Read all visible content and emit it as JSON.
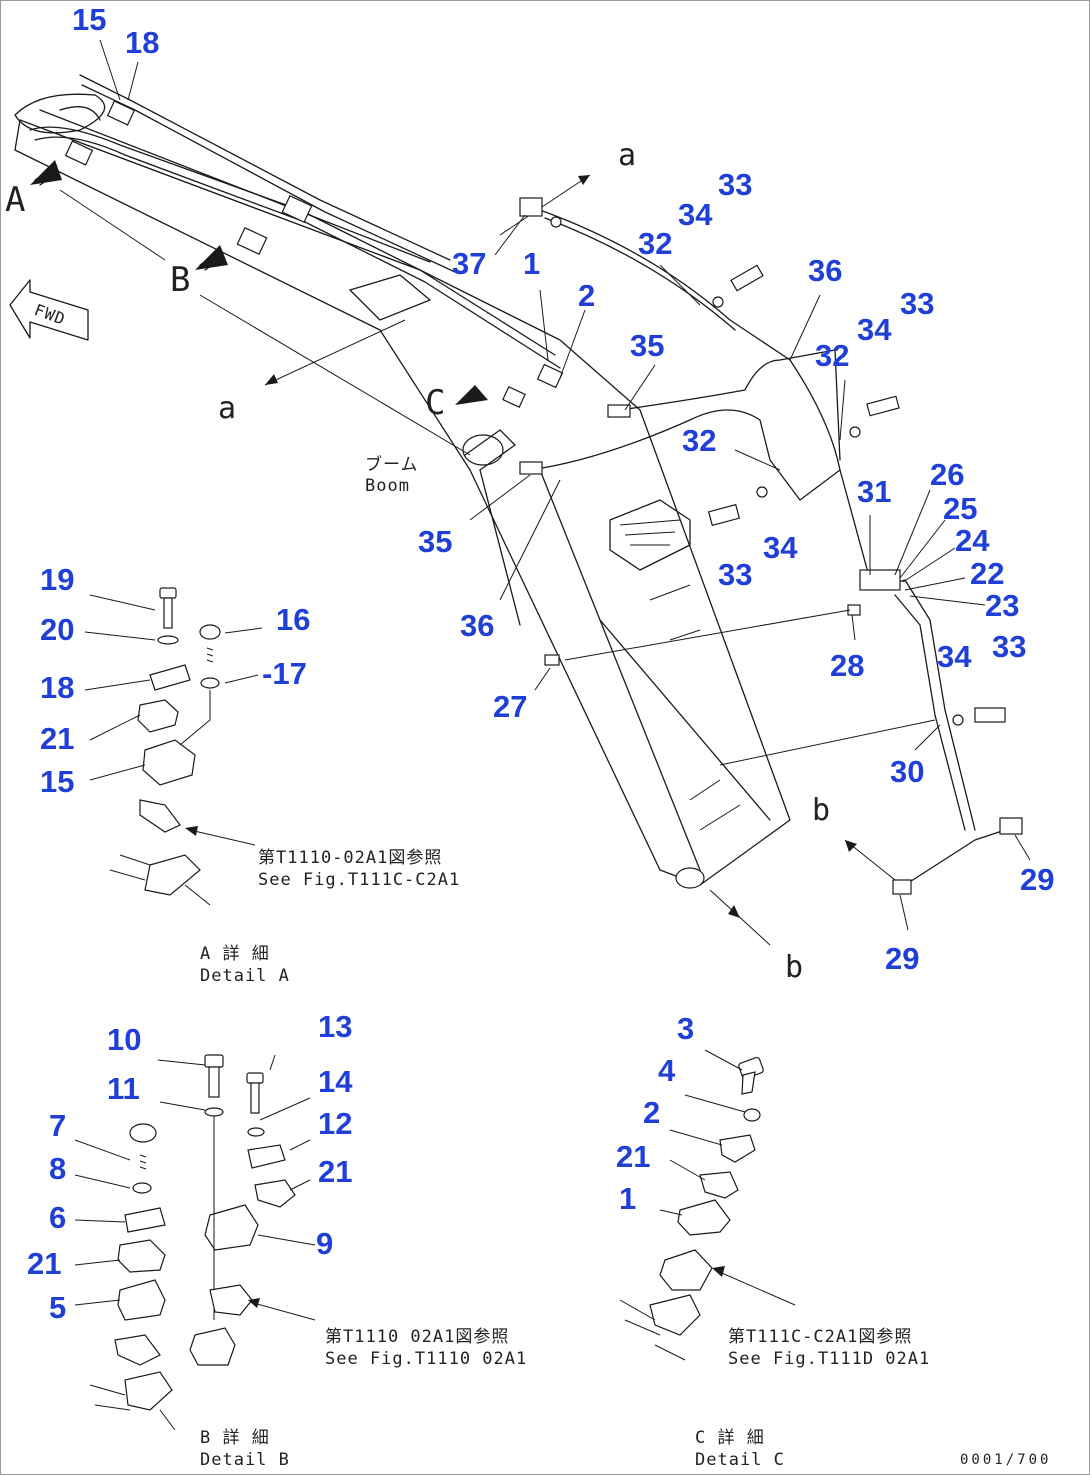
{
  "callouts": {
    "c15a": "15",
    "c18a": "18",
    "c37": "37",
    "c1a": "1",
    "c2a": "2",
    "c33a": "33",
    "c34a": "34",
    "c32a": "32",
    "c36a": "36",
    "c33b": "33",
    "c34b": "34",
    "c32b": "32",
    "c35a": "35",
    "c32c": "32",
    "c31": "31",
    "c26": "26",
    "c25": "25",
    "c24": "24",
    "c22": "22",
    "c23": "23",
    "c35b": "35",
    "c36b": "36",
    "c33c": "33",
    "c34c": "34",
    "c28": "28",
    "c27": "27",
    "c34d": "34",
    "c33d": "33",
    "c30": "30",
    "c29a": "29",
    "c29b": "29",
    "c19": "19",
    "c20": "20",
    "c16": "16",
    "c17": "-17",
    "c18b": "18",
    "c21a": "21",
    "c15b": "15",
    "c10": "10",
    "c13": "13",
    "c11": "11",
    "c14": "14",
    "c7": "7",
    "c12": "12",
    "c8": "8",
    "c21b": "21",
    "c6": "6",
    "c9": "9",
    "c21c": "21",
    "c5": "5",
    "c3": "3",
    "c4": "4",
    "c2b": "2",
    "c21d": "21",
    "c1b": "1"
  },
  "notes": {
    "view_a_top": "a",
    "view_a_left": "a",
    "view_b_right": "b",
    "view_b_bottom": "b",
    "arrow_a_letter": "A",
    "arrow_b_letter": "B",
    "arrow_c_letter": "C",
    "fwd": "FWD",
    "boom_jp": "ブーム",
    "boom_en": "Boom",
    "refA_jp": "第T1110-02A1図参照",
    "refA_en": "See Fig.T111C-C2A1",
    "detailA_jp": "A 詳 細",
    "detailA_en": "Detail A",
    "refB_jp": "第T1110 02A1図参照",
    "refB_en": "See Fig.T1110 02A1",
    "detailB_jp": "B 詳 細",
    "detailB_en": "Detail B",
    "refC_jp": "第T111C-C2A1図参照",
    "refC_en": "See Fig.T111D 02A1",
    "detailC_jp": "C 詳 細",
    "detailC_en": "Detail C",
    "drawing_no": "0001/700"
  },
  "colors": {
    "callout": "#1f3fd6",
    "line": "#1a1a1a"
  }
}
